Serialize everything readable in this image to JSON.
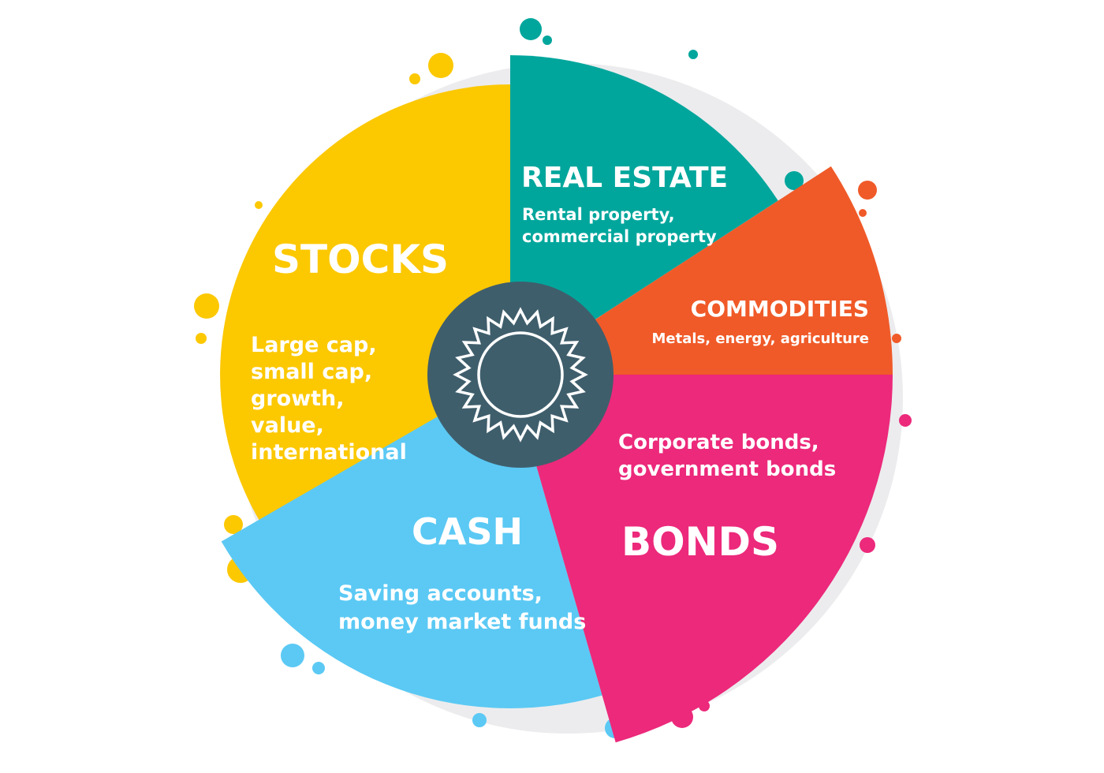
{
  "colors": {
    "stocks": "#fcc800",
    "real_estate": "#00a69c",
    "commodities": "#f05a28",
    "bonds": "#ec297b",
    "cash": "#5bc9f4",
    "hub": "#3f5e6c",
    "shadow": "#e8e8ea"
  },
  "segments": [
    {
      "key": "stocks",
      "title": "STOCKS",
      "lines": [
        "Large cap,",
        "small cap,",
        "growth,",
        "value,",
        "international"
      ]
    },
    {
      "key": "real_estate",
      "title": "REAL ESTATE",
      "lines": [
        "Rental property,",
        "commercial property"
      ]
    },
    {
      "key": "commodities",
      "title": "COMMODITIES",
      "lines": [
        "Metals, energy, agriculture"
      ]
    },
    {
      "key": "bonds",
      "title": "BONDS",
      "lines": [
        "Corporate bonds,",
        "government bonds"
      ]
    },
    {
      "key": "cash",
      "title": "CASH",
      "lines": [
        "Saving accounts,",
        "money market funds"
      ]
    }
  ],
  "hub_icon": "sun-icon"
}
